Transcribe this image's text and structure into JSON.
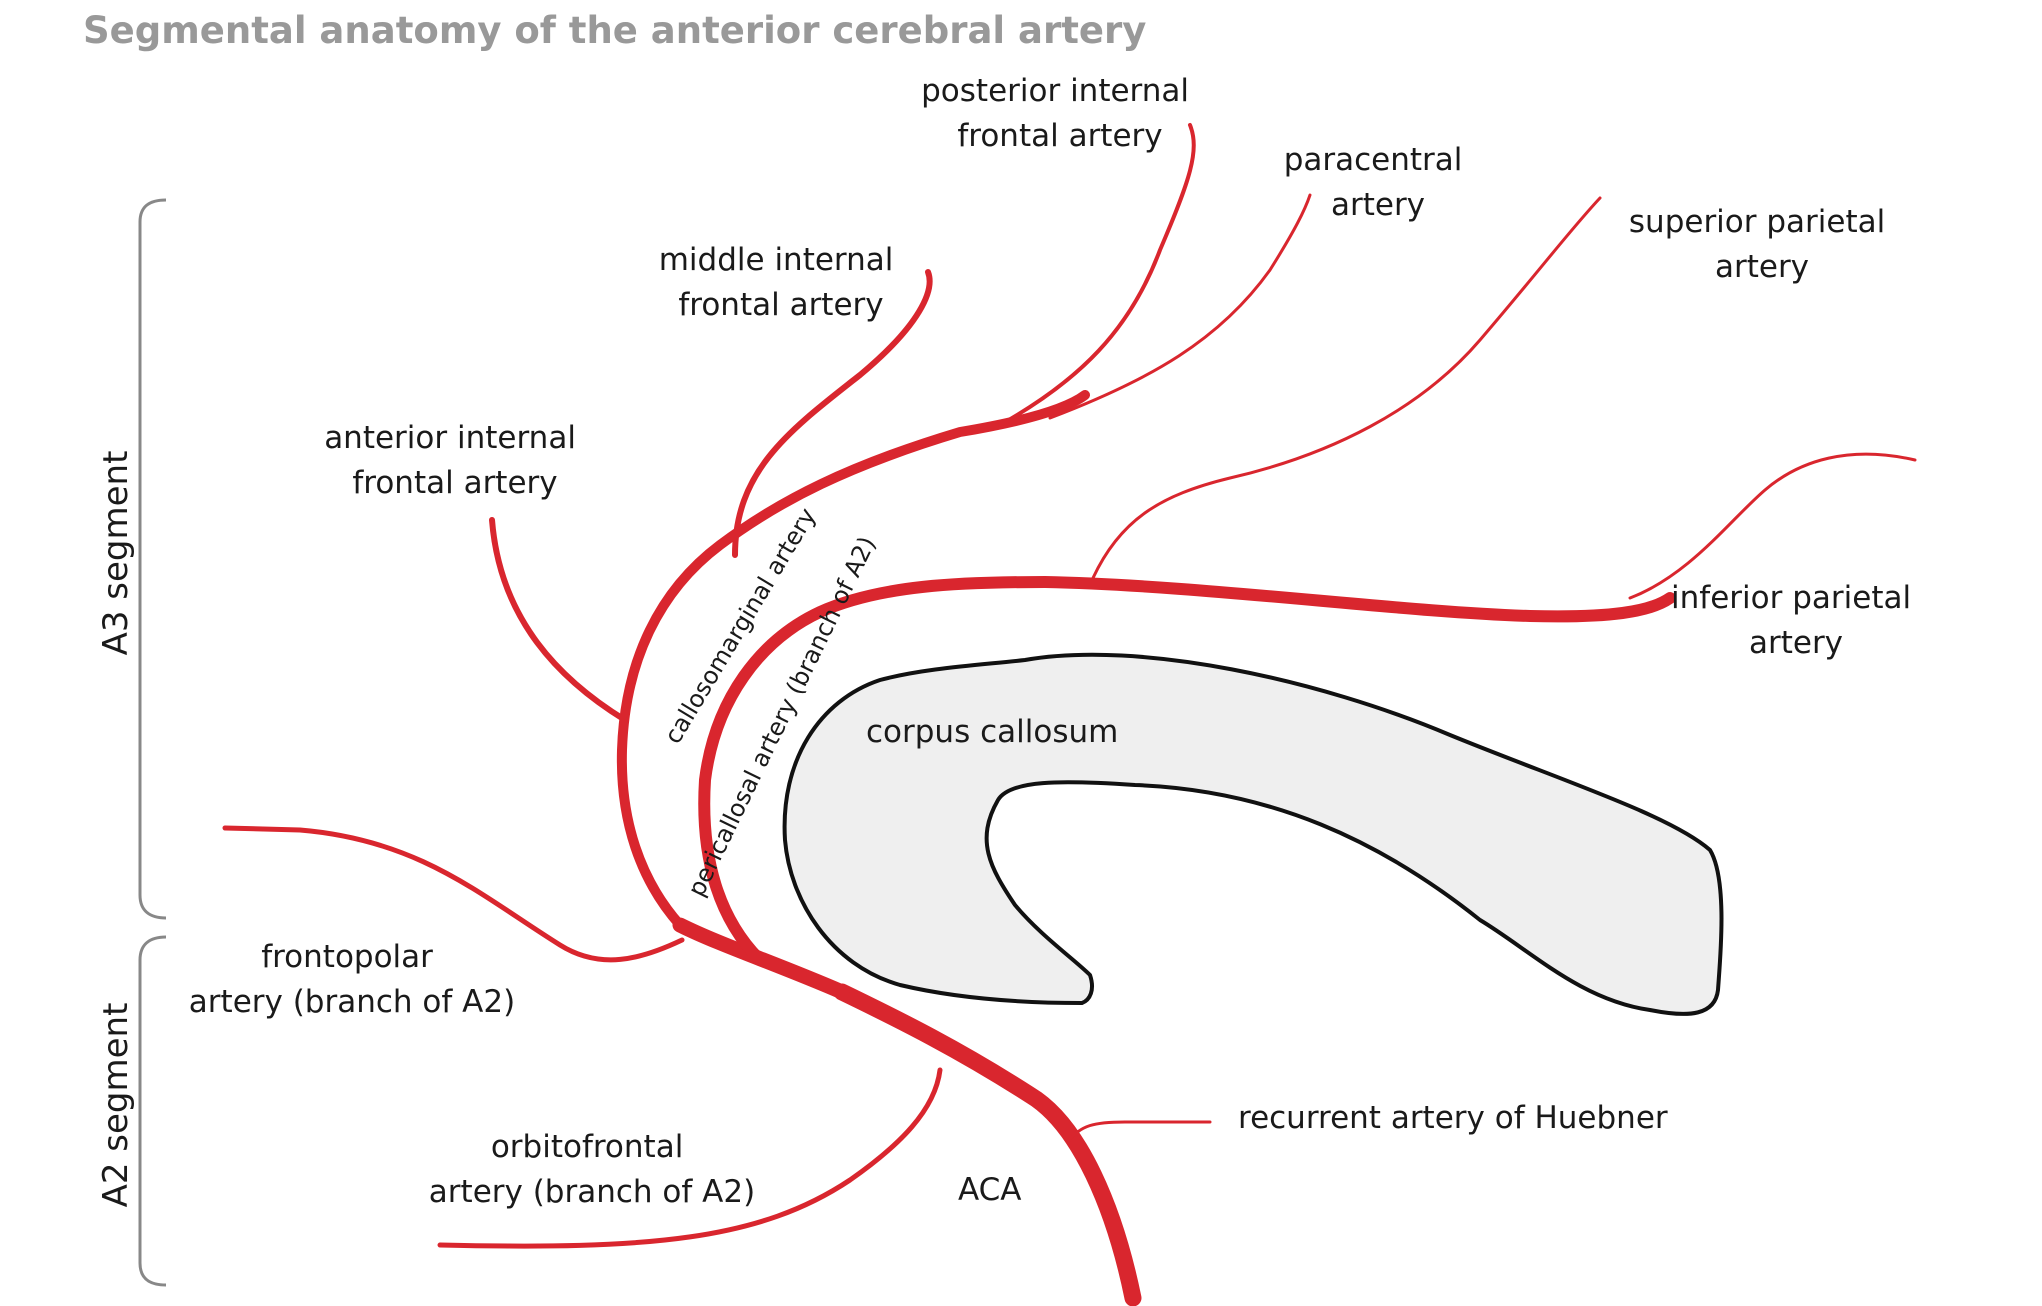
{
  "title": "Segmental anatomy of the anterior cerebral artery",
  "colors": {
    "artery": "#d9262e",
    "corpus_fill": "#efefef",
    "corpus_stroke": "#111111",
    "bracket": "#888888",
    "title": "#999999",
    "text": "#1a1a1a"
  },
  "labels": {
    "posterior_internal_frontal": [
      "posterior internal",
      "frontal artery"
    ],
    "paracentral": [
      "paracentral",
      "artery"
    ],
    "superior_parietal": [
      "superior parietal",
      "artery"
    ],
    "middle_internal_frontal": [
      "middle internal",
      "frontal artery"
    ],
    "anterior_internal_frontal": [
      "anterior internal",
      "frontal artery"
    ],
    "inferior_parietal": [
      "inferior parietal",
      "artery"
    ],
    "corpus_callosum": "corpus callosum",
    "callosomarginal": "callosomarginal artery",
    "pericallosal": "pericallosal artery (branch of A2)",
    "frontopolar": [
      "frontopolar",
      "artery (branch of A2)"
    ],
    "orbitofrontal": [
      "orbitofrontal",
      "artery (branch of A2)"
    ],
    "recurrent_huebner": "recurrent artery of Huebner",
    "aca": "ACA"
  },
  "segments": {
    "a3": "A3 segment",
    "a2": "A2 segment"
  }
}
